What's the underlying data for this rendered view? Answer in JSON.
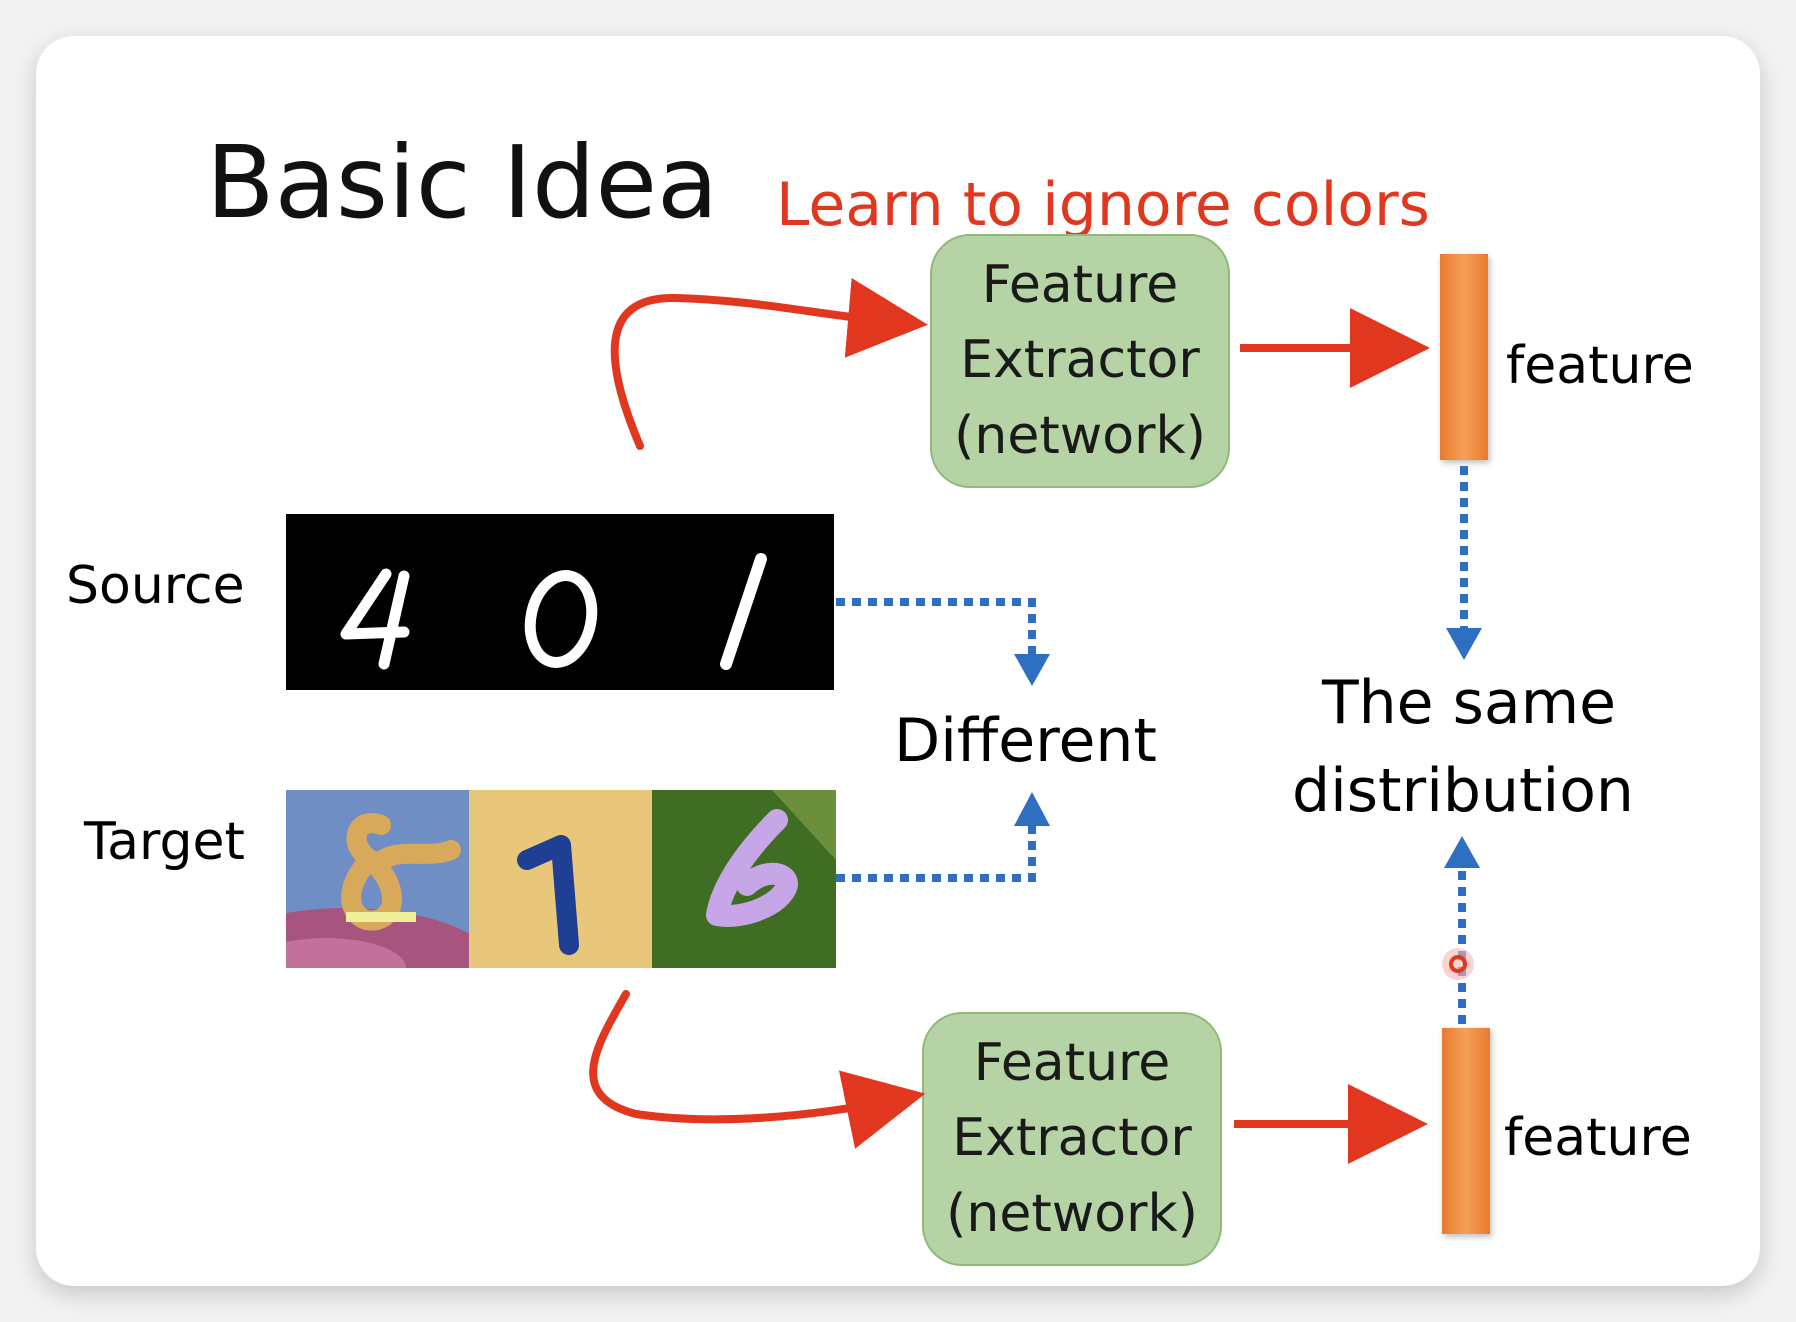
{
  "slide": {
    "title": "Basic Idea",
    "subtitle": "Learn to ignore colors"
  },
  "labels": {
    "source": "Source",
    "target": "Target",
    "different": "Different",
    "same_line1": "The same",
    "same_line2": "distribution",
    "feature_top": "feature",
    "feature_bottom": "feature"
  },
  "extractor_top": {
    "line1": "Feature",
    "line2": "Extractor",
    "line3": "(network)"
  },
  "extractor_bottom": {
    "line1": "Feature",
    "line2": "Extractor",
    "line3": "(network)"
  },
  "images": {
    "source_digits": [
      "4",
      "0",
      "1"
    ],
    "target_digits": [
      "8",
      "1",
      "6"
    ]
  },
  "colors": {
    "accent_red": "#e1371f",
    "arrow_blue": "#2f6fc2",
    "box_green": "#b5d3a4",
    "feature_orange": "#ee8a3f"
  }
}
